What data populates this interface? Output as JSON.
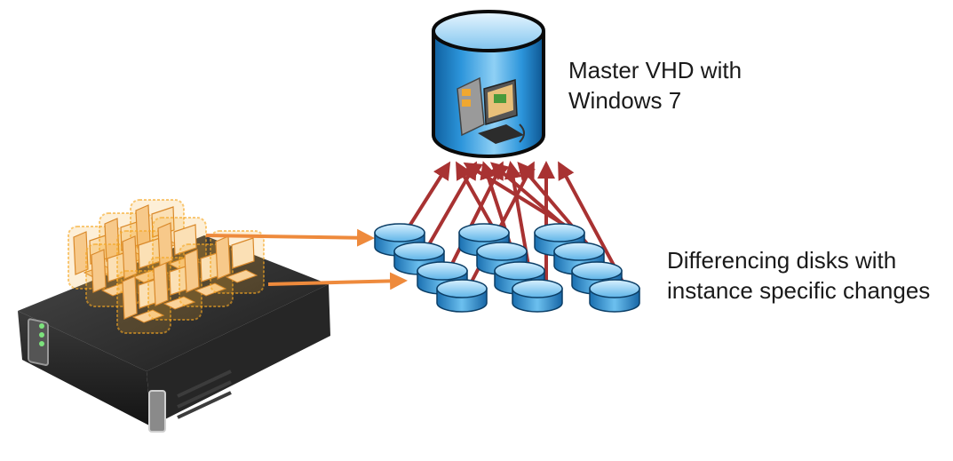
{
  "master_vhd": {
    "label_line1": "Master VHD with",
    "label_line2": "Windows 7",
    "icon": "database-cylinder-with-computer-icon",
    "color_cylinder": "#1f86cf"
  },
  "differencing_disks": {
    "label_line1": "Differencing disks with",
    "label_line2": "instance specific changes",
    "icon": "disk-cylinder-icon",
    "count": 12
  },
  "server": {
    "icon": "rack-server-icon",
    "vm_icon": "virtual-machine-computer-icon",
    "vm_count": 10,
    "color_vm_glow": "#f5a623"
  },
  "colors": {
    "arrow_to_master": "#a83232",
    "arrow_from_server": "#ee8a3c",
    "disk_blue": "#2a8fd6"
  }
}
